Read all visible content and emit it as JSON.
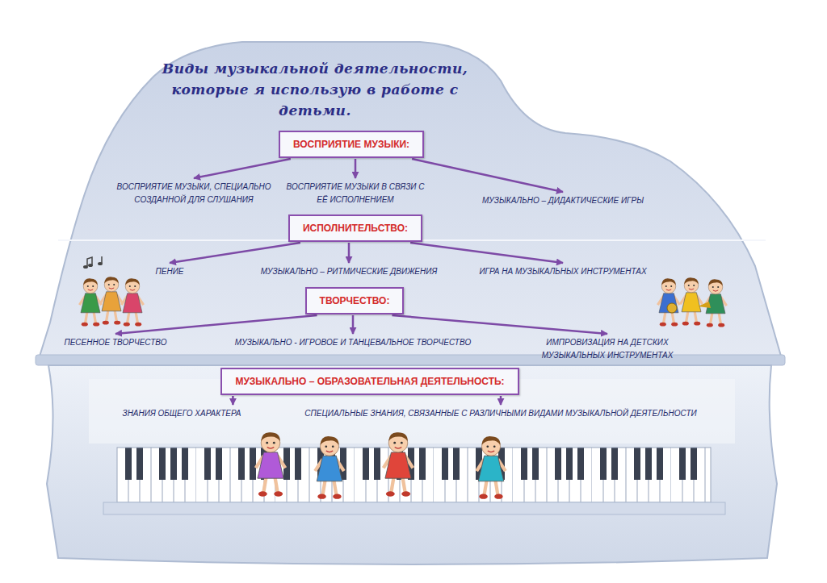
{
  "diagram": {
    "title": "Виды музыкальной деятельности, которые я использую в работе с детьми.",
    "nodes": [
      {
        "text": [
          "ВОСПРИЯТИЕ МУЗЫКИ:"
        ]
      },
      {
        "text": [
          "ВОСПРИЯТИЕ МУЗЫКИ, СПЕЦИАЛЬНО СОЗДАННОЙ ДЛЯ СЛУШАНИЯ"
        ]
      },
      {
        "text": [
          "ВОСПРИЯТИЕ МУЗЫКИ В СВЯЗИ С ЕЁ ИСПОЛНЕНИЕМ"
        ]
      },
      {
        "text": [
          "МУЗЫКАЛЬНО – ДИДАКТИЧЕСКИЕ ИГРЫ"
        ]
      },
      {
        "text": [
          "ИСПОЛНИТЕЛЬСТВО:"
        ]
      },
      {
        "text": [
          "ПЕНИЕ"
        ]
      },
      {
        "text": [
          "МУЗЫКАЛЬНО – РИТМИЧЕСКИЕ ДВИЖЕНИЯ"
        ]
      },
      {
        "text": [
          "ИГРА НА МУЗЫКАЛЬНЫХ ИНСТРУМЕНТАХ"
        ]
      },
      {
        "text": [
          "ТВОРЧЕСТВО:"
        ]
      },
      {
        "text": [
          "ПЕСЕННОЕ ТВОРЧЕСТВО"
        ]
      },
      {
        "text": [
          "МУЗЫКАЛЬНО - ИГРОВОЕ И ТАНЦЕВАЛЬНОЕ ТВОРЧЕСТВО"
        ]
      },
      {
        "text": [
          "ИМПРОВИЗАЦИЯ НА ДЕТСКИХ МУЗЫКАЛЬНЫХ ИНСТРУМЕНТАХ"
        ]
      },
      {
        "text": [
          "МУЗЫКАЛЬНО – ОБРАЗОВАТЕЛЬНАЯ ДЕЯТЕЛЬНОСТЬ:"
        ]
      },
      {
        "text": [
          "ЗНАНИЯ ОБЩЕГО ХАРАКТЕРА"
        ]
      },
      {
        "text": [
          "СПЕЦИАЛЬНЫЕ ЗНАНИЯ, СВЯЗАННЫЕ С РАЗЛИЧНЫМИ ВИДАМИ МУЗЫКАЛЬНОЙ ДЕЯТЕЛЬНОСТИ"
        ]
      }
    ],
    "edges": [
      {
        "from": 0,
        "to": 1,
        "arrow": "to"
      },
      {
        "from": 0,
        "to": 2,
        "arrow": "to"
      },
      {
        "from": 0,
        "to": 3,
        "arrow": "to"
      },
      {
        "from": 4,
        "to": 5,
        "arrow": "to"
      },
      {
        "from": 4,
        "to": 6,
        "arrow": "to"
      },
      {
        "from": 4,
        "to": 7,
        "arrow": "to"
      },
      {
        "from": 8,
        "to": 9,
        "arrow": "to"
      },
      {
        "from": 8,
        "to": 10,
        "arrow": "to"
      },
      {
        "from": 8,
        "to": 11,
        "arrow": "to"
      },
      {
        "from": 12,
        "to": 13,
        "arrow": "to"
      },
      {
        "from": 12,
        "to": 14,
        "arrow": "to"
      }
    ]
  }
}
